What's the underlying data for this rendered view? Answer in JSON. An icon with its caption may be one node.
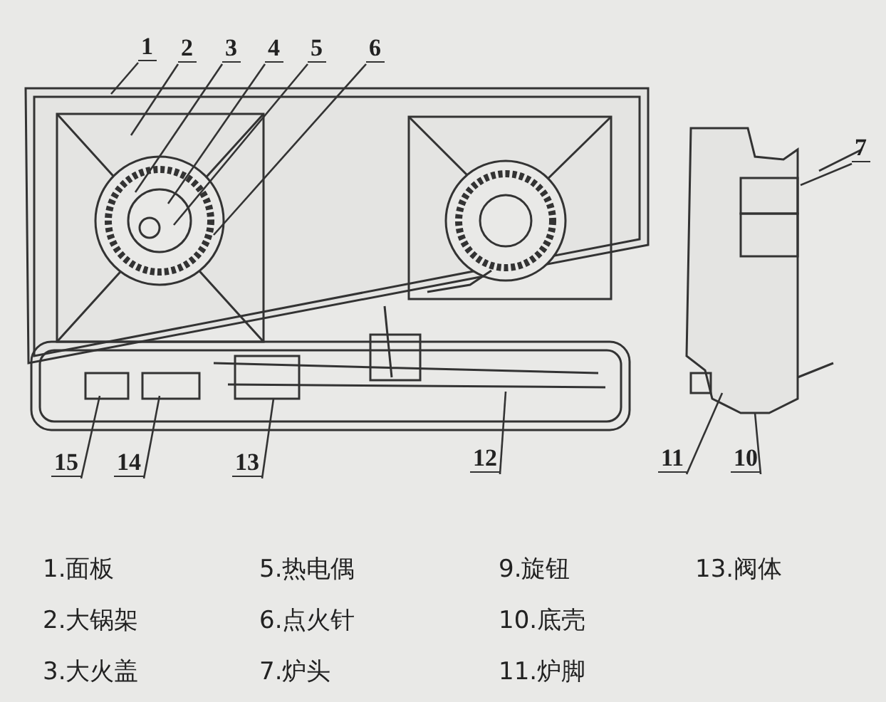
{
  "diagram": {
    "nodes": [
      {
        "text": [
          "1"
        ]
      },
      {
        "text": [
          "2"
        ]
      },
      {
        "text": [
          "3"
        ]
      },
      {
        "text": [
          "4"
        ]
      },
      {
        "text": [
          "5"
        ]
      },
      {
        "text": [
          "6"
        ]
      },
      {
        "text": [
          "7"
        ]
      },
      {
        "text": [
          "12"
        ]
      },
      {
        "text": [
          "11"
        ]
      },
      {
        "text": [
          "10"
        ]
      },
      {
        "text": [
          "15"
        ]
      },
      {
        "text": [
          "14"
        ]
      },
      {
        "text": [
          "13"
        ]
      }
    ],
    "edges": [
      {
        "from": 0,
        "to": null,
        "arrow": "none"
      },
      {
        "from": 1,
        "to": null,
        "arrow": "none"
      },
      {
        "from": 2,
        "to": null,
        "arrow": "none"
      },
      {
        "from": 3,
        "to": null,
        "arrow": "none"
      },
      {
        "from": 4,
        "to": null,
        "arrow": "none"
      },
      {
        "from": 5,
        "to": null,
        "arrow": "none"
      },
      {
        "from": 6,
        "to": null,
        "arrow": "none"
      },
      {
        "from": 7,
        "to": null,
        "arrow": "none"
      },
      {
        "from": 8,
        "to": null,
        "arrow": "none"
      },
      {
        "from": 9,
        "to": null,
        "arrow": "none"
      },
      {
        "from": 10,
        "to": null,
        "arrow": "none"
      },
      {
        "from": 11,
        "to": null,
        "arrow": "none"
      },
      {
        "from": 12,
        "to": null,
        "arrow": "none"
      }
    ],
    "labels": [
      "1.面板",
      "5.热电偶",
      "9.旋钮",
      "13.阀体",
      "2.大锅架",
      "6.点火针",
      "10.底壳",
      "3.大火盖",
      "7.炉头",
      "11.炉脚"
    ]
  }
}
